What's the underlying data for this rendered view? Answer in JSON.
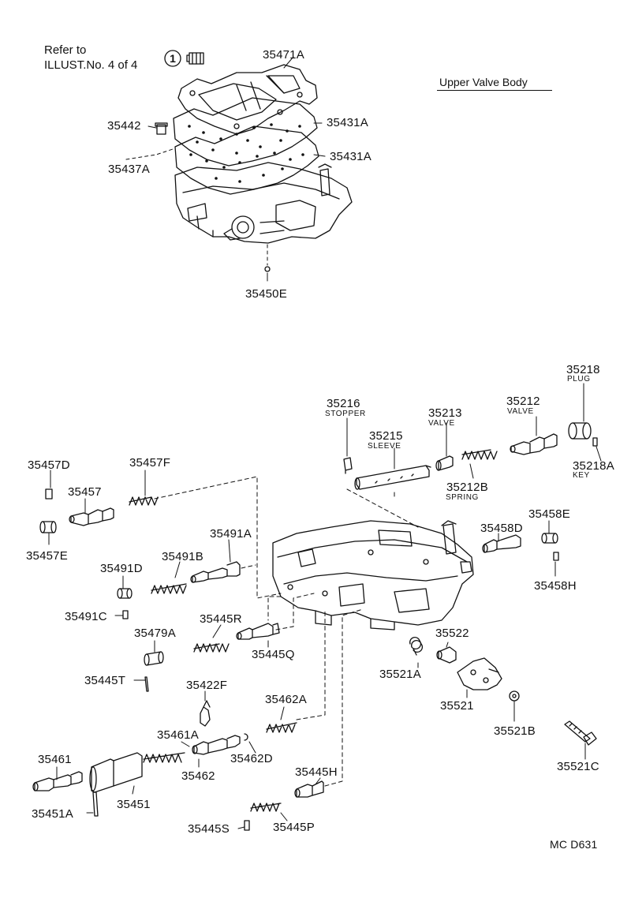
{
  "header": {
    "refer_line1": "Refer to",
    "refer_line2": "ILLUST.No. 4 of 4",
    "circle_number": "1",
    "title": "Upper Valve Body"
  },
  "footer": {
    "code": "MC  D631"
  },
  "parts": {
    "p35471A": "35471A",
    "p35442": "35442",
    "p35431A_a": "35431A",
    "p35431A_b": "35431A",
    "p35437A": "35437A",
    "p35450E": "35450E",
    "p35218": "35218",
    "p35216": "35216",
    "p35212": "35212",
    "p35213": "35213",
    "p35215": "35215",
    "p35218A": "35218A",
    "p35212B": "35212B",
    "p35457D": "35457D",
    "p35457F": "35457F",
    "p35457": "35457",
    "p35457E": "35457E",
    "p35458E": "35458E",
    "p35458D": "35458D",
    "p35458H": "35458H",
    "p35491A": "35491A",
    "p35491B": "35491B",
    "p35491D": "35491D",
    "p35491C": "35491C",
    "p35445R": "35445R",
    "p35479A": "35479A",
    "p35445Q": "35445Q",
    "p35445T": "35445T",
    "p35522": "35522",
    "p35521A": "35521A",
    "p35521": "35521",
    "p35422F": "35422F",
    "p35462A": "35462A",
    "p35521B": "35521B",
    "p35461A": "35461A",
    "p35461": "35461",
    "p35462": "35462",
    "p35462D": "35462D",
    "p35521C": "35521C",
    "p35445H": "35445H",
    "p35451": "35451",
    "p35451A": "35451A",
    "p35445S": "35445S",
    "p35445P": "35445P"
  },
  "sublabels": {
    "plug": "PLUG",
    "stopper": "STOPPER",
    "valve_a": "VALVE",
    "valve_b": "VALVE",
    "sleeve": "SLEEVE",
    "key": "KEY",
    "spring": "SPRING"
  }
}
